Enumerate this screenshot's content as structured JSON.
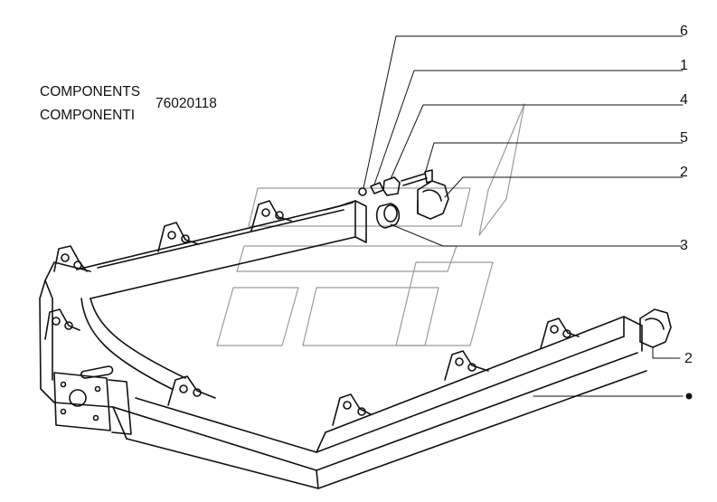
{
  "header": {
    "line1": "COMPONENTS",
    "line2": "COMPONENTI",
    "part_number": "76020118"
  },
  "callouts": [
    {
      "id": "c6",
      "label": "6"
    },
    {
      "id": "c1",
      "label": "1"
    },
    {
      "id": "c4",
      "label": "4"
    },
    {
      "id": "c5",
      "label": "5"
    },
    {
      "id": "c2a",
      "label": "2"
    },
    {
      "id": "c3",
      "label": "3"
    },
    {
      "id": "c2b",
      "label": "2"
    }
  ],
  "colors": {
    "ink": "#111111",
    "watermark": "#9a9a9a"
  }
}
